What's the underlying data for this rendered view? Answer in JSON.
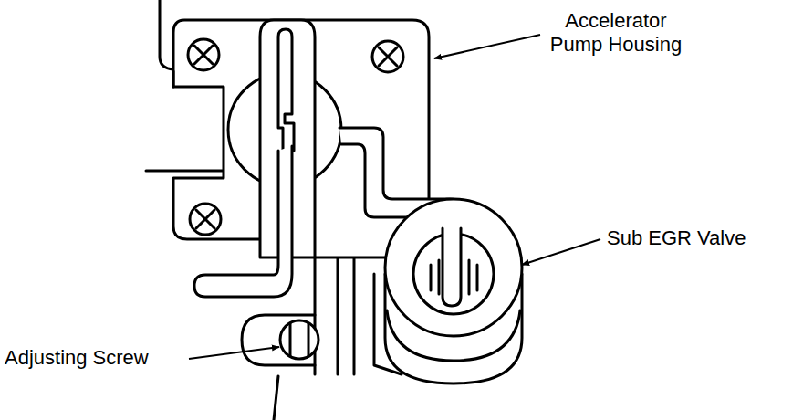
{
  "diagram": {
    "labels": [
      "Accelerator Pump Housing",
      "Sub EGR Valve",
      "Adjusting Screw"
    ]
  }
}
